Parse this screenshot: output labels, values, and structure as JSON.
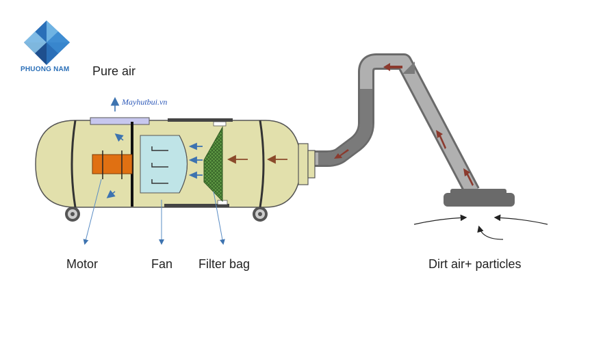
{
  "brand": {
    "name": "PHUONG NAM"
  },
  "watermark": "Mayhutbui.vn",
  "labels": {
    "pure_air": "Pure air",
    "motor": "Motor",
    "fan": "Fan",
    "filter_bag": "Filter bag",
    "dirt_air": "Dirt air+ particles"
  },
  "colors": {
    "tank": "#e2e0ac",
    "motor": "#e07012",
    "fan": "#bfe4e7",
    "filter": "#5f9a44",
    "duct": "#b0b0b0",
    "airflow_dirty": "#8b4a2b",
    "airflow_clean": "#3d73b0"
  }
}
